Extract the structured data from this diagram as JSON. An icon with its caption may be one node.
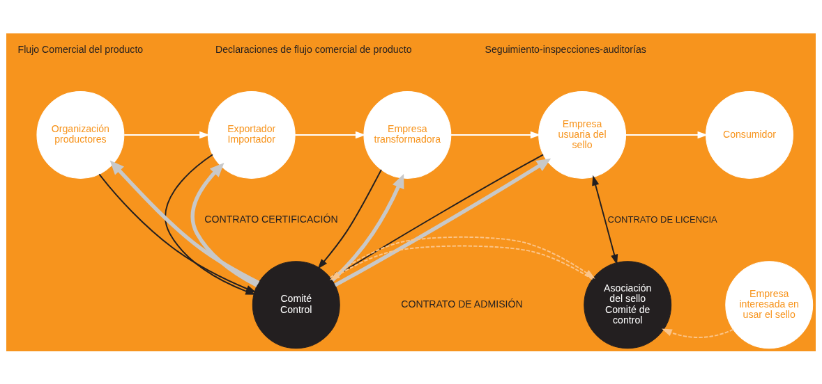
{
  "diagram": {
    "nodes": [
      {
        "text": [
          "Organización productores"
        ]
      },
      {
        "text": [
          "Exportador Importador"
        ]
      },
      {
        "text": [
          "Empresa transformadora"
        ]
      },
      {
        "text": [
          "Empresa usuaria del sello"
        ]
      },
      {
        "text": [
          "Consumidor"
        ]
      },
      {
        "text": [
          "Comité Control"
        ]
      },
      {
        "text": [
          "Asociación del sello Comité de control"
        ]
      },
      {
        "text": [
          "Empresa interesada en usar el sello"
        ]
      }
    ],
    "edges": [
      {
        "from": 0,
        "to": 1,
        "arrow": "to",
        "color": "#ffffff"
      },
      {
        "from": 1,
        "to": 2,
        "arrow": "to",
        "color": "#ffffff"
      },
      {
        "from": 2,
        "to": 3,
        "arrow": "to",
        "color": "#ffffff"
      },
      {
        "from": 3,
        "to": 4,
        "arrow": "to",
        "color": "#ffffff"
      },
      {
        "from": 0,
        "to": 5,
        "arrow": "to"
      },
      {
        "from": 1,
        "to": 5,
        "arrow": "to"
      },
      {
        "from": 2,
        "to": 5,
        "arrow": "to"
      },
      {
        "from": 3,
        "to": 5,
        "arrow": "to"
      },
      {
        "from": 5,
        "to": 0,
        "arrow": "to",
        "style": "thick",
        "color": "#c8c8c8"
      },
      {
        "from": 5,
        "to": 1,
        "arrow": "to",
        "style": "thick",
        "color": "#c8c8c8"
      },
      {
        "from": 5,
        "to": 2,
        "arrow": "to",
        "style": "thick",
        "color": "#c8c8c8"
      },
      {
        "from": 5,
        "to": 3,
        "arrow": "to",
        "style": "thick",
        "color": "#c8c8c8"
      },
      {
        "from": 3,
        "to": 6,
        "arrow": "both",
        "label": "CONTRATO DE LICENCIA"
      },
      {
        "from": 6,
        "to": 5,
        "arrow": "to",
        "style": "dashed",
        "color": "#fbc58a"
      },
      {
        "from": 5,
        "to": 6,
        "arrow": "to",
        "style": "dashed",
        "color": "#fbc58a"
      },
      {
        "from": 7,
        "to": 6,
        "arrow": "to",
        "style": "dashed",
        "color": "#fbc58a"
      }
    ],
    "labels": [
      "CONTRATO CERTIFICACIÓN",
      "CONTRATO DE ADMISIÓN"
    ],
    "legend": [
      {
        "text": "Flujo Comercial del producto"
      },
      {
        "text": "Declaraciones de flujo comercial de producto"
      },
      {
        "text": "Seguimiento-inspecciones-auditorías"
      }
    ]
  }
}
